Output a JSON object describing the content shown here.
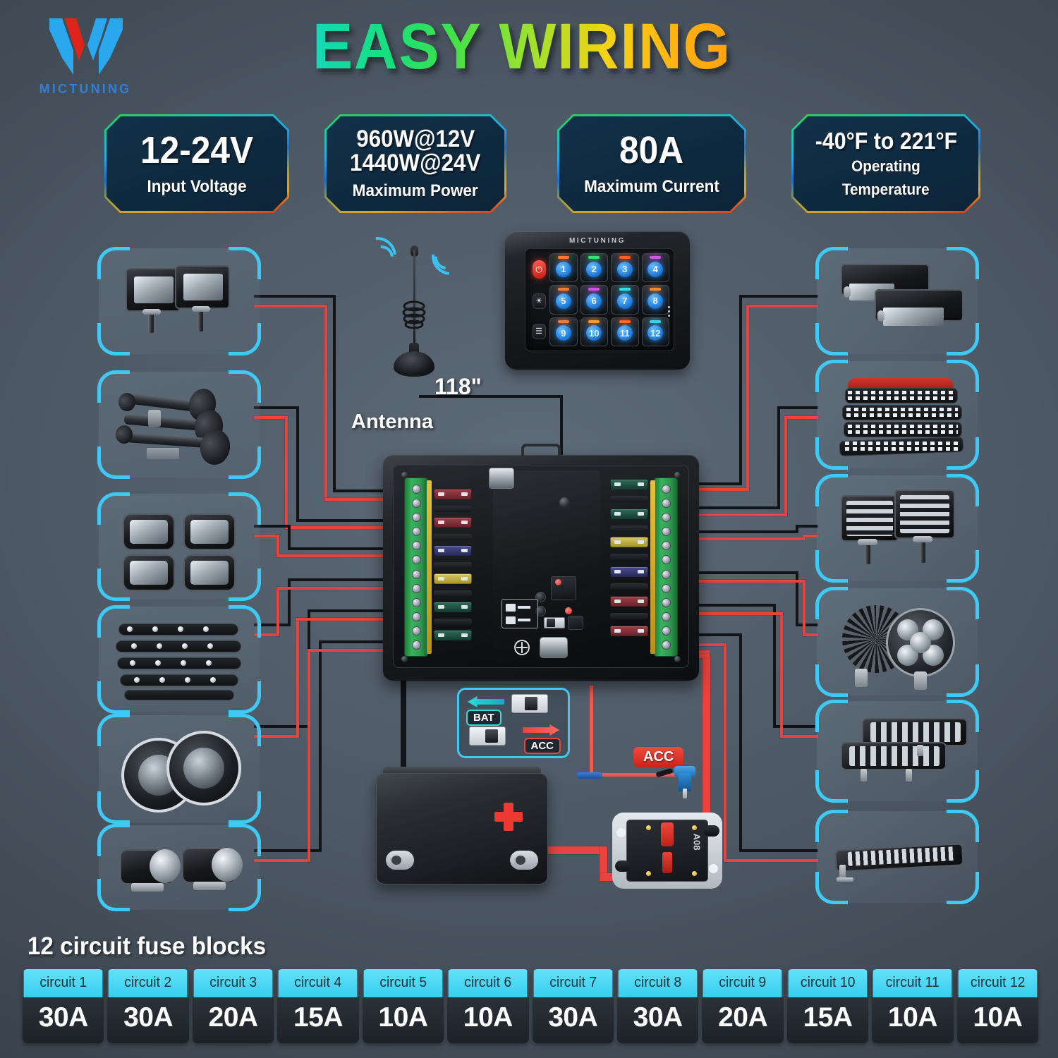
{
  "brand": {
    "name": "MICTUNING",
    "logo_name": "mictuning-logo"
  },
  "title": "EASY WIRING",
  "specs": [
    {
      "id": "voltage",
      "value": "12-24V",
      "label": "Input Voltage"
    },
    {
      "id": "power",
      "value": "960W@12V\n1440W@24V",
      "value_line1": "960W@12V",
      "value_line2": "1440W@24V",
      "label": "Maximum Power"
    },
    {
      "id": "current",
      "value": "80A",
      "label": "Maximum Current"
    },
    {
      "id": "temperature",
      "value": "-40°F to 221°F",
      "label": "Operating\nTemperature",
      "label_line1": "Operating",
      "label_line2": "Temperature"
    }
  ],
  "switch_panel": {
    "brand": "MICTUNING",
    "power_icon": "⏻",
    "brightness_icon": "☀",
    "menu_icon": "☰",
    "keys": [
      {
        "label": "1",
        "led_color": "#ff7a2e"
      },
      {
        "label": "2",
        "led_color": "#3fe06a"
      },
      {
        "label": "3",
        "led_color": "#ff5a2e"
      },
      {
        "label": "4",
        "led_color": "#d64fe8"
      },
      {
        "label": "5",
        "led_color": "#ff7a2e"
      },
      {
        "label": "6",
        "led_color": "#d64fe8"
      },
      {
        "label": "7",
        "led_color": "#2fe0e8"
      },
      {
        "label": "8",
        "led_color": "#ff8a2e"
      },
      {
        "label": "9",
        "led_color": "#ff7a2e"
      },
      {
        "label": "10",
        "led_color": "#ff9a2e"
      },
      {
        "label": "11",
        "led_color": "#ff6a2e"
      },
      {
        "label": "12",
        "led_color": "#2fd8f0"
      }
    ]
  },
  "antenna": {
    "length_label": "118\"",
    "name_label": "Antenna"
  },
  "mode_legend": {
    "bat_label": "BAT",
    "acc_label": "ACC",
    "acc_wire_badge": "ACC"
  },
  "breaker": {
    "code": "A08"
  },
  "devices_left": [
    {
      "name": "cube-pod-lights"
    },
    {
      "name": "air-horns"
    },
    {
      "name": "flush-mount-pods"
    },
    {
      "name": "rock-light-strips"
    },
    {
      "name": "halo-headlights"
    },
    {
      "name": "projector-fog-lights"
    }
  ],
  "devices_right": [
    {
      "name": "flood-lights"
    },
    {
      "name": "led-strip-roll"
    },
    {
      "name": "quad-row-pods"
    },
    {
      "name": "round-driving-lights"
    },
    {
      "name": "dual-row-light-bars"
    },
    {
      "name": "single-row-light-bar"
    }
  ],
  "footer": {
    "title": "12 circuit fuse blocks",
    "circuits": [
      {
        "name": "circuit 1",
        "amp": "30A"
      },
      {
        "name": "circuit 2",
        "amp": "30A"
      },
      {
        "name": "circuit 3",
        "amp": "20A"
      },
      {
        "name": "circuit 4",
        "amp": "15A"
      },
      {
        "name": "circuit 5",
        "amp": "10A"
      },
      {
        "name": "circuit 6",
        "amp": "10A"
      },
      {
        "name": "circuit 7",
        "amp": "30A"
      },
      {
        "name": "circuit 8",
        "amp": "30A"
      },
      {
        "name": "circuit 9",
        "amp": "20A"
      },
      {
        "name": "circuit 10",
        "amp": "15A"
      },
      {
        "name": "circuit 11",
        "amp": "10A"
      },
      {
        "name": "circuit 12",
        "amp": "10A"
      }
    ]
  },
  "colors": {
    "accent_cyan": "#3fc9f5",
    "wire_red": "#e8433f",
    "wire_black": "#121418",
    "badge_navy": "#123149",
    "table_head": "#37cdf0"
  }
}
